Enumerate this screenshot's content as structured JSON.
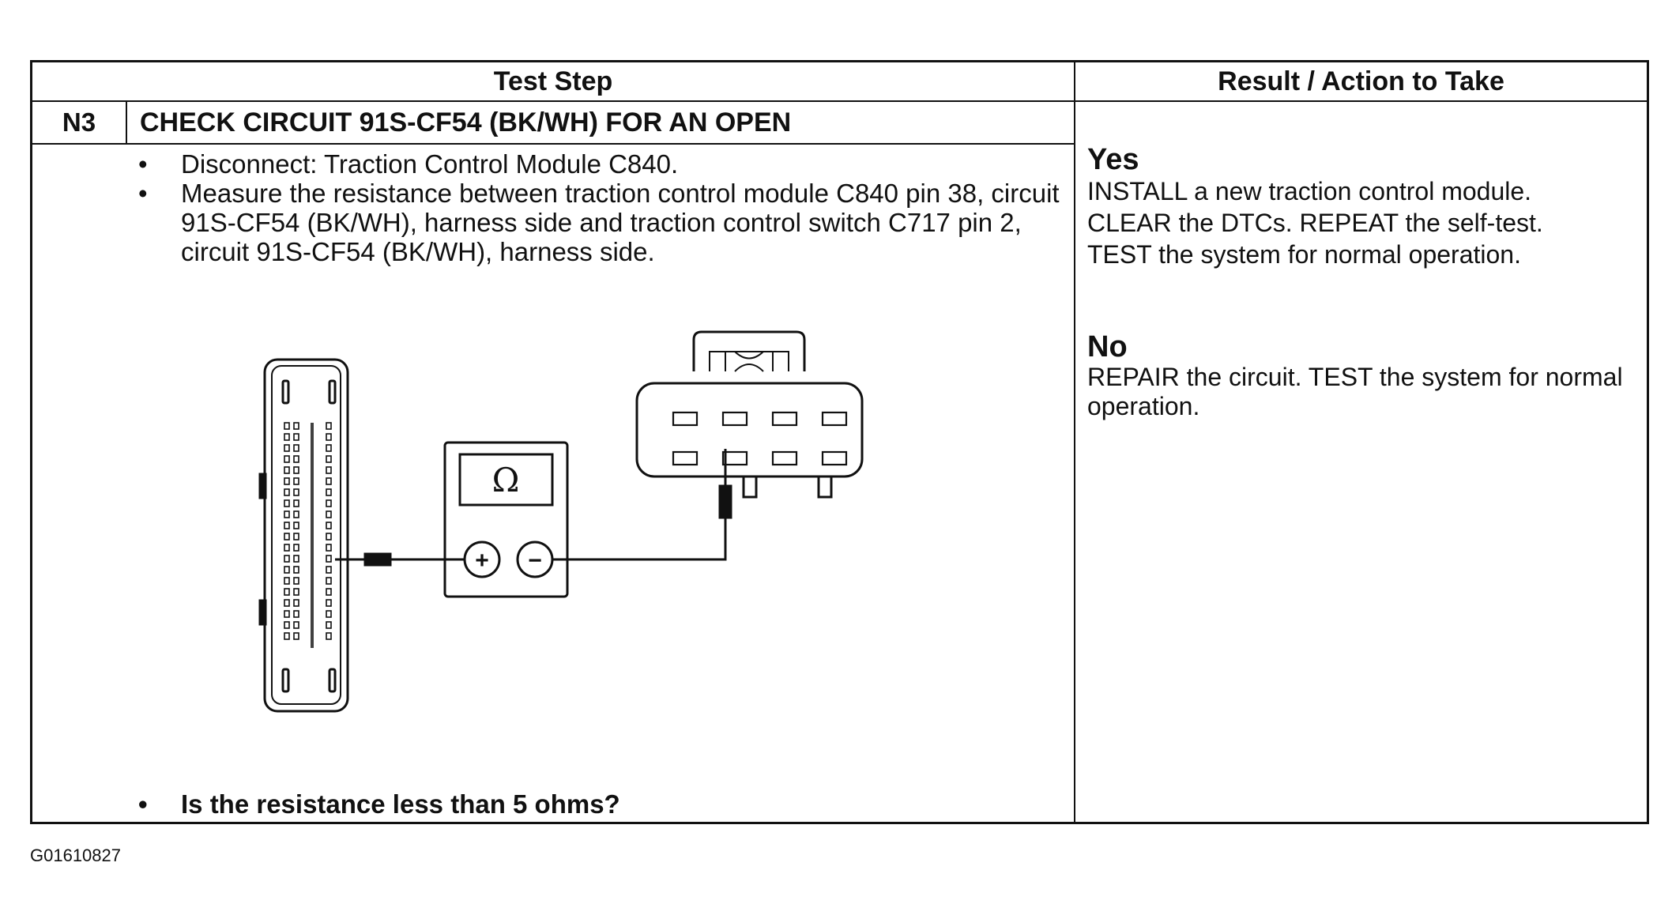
{
  "table": {
    "header_left": "Test Step",
    "header_right": "Result / Action to Take",
    "step_id": "N3",
    "step_title": "CHECK CIRCUIT 91S-CF54 (BK/WH) FOR AN OPEN",
    "bullets": [
      "Disconnect: Traction Control Module C840.",
      "Measure the resistance between traction control module C840 pin 38, circuit 91S-CF54 (BK/WH), harness side and traction control switch C717 pin 2, circuit 91S-CF54 (BK/WH), harness side."
    ],
    "question": "Is the resistance less than 5 ohms?",
    "yes": {
      "title": "Yes",
      "lines": [
        "INSTALL a new traction control module.",
        "CLEAR the DTCs. REPEAT the self-test.",
        "TEST the system for normal operation."
      ]
    },
    "no": {
      "title": "No",
      "text": "REPAIR the circuit. TEST the system for normal operation."
    }
  },
  "figure": {
    "meter_symbol": "Ω",
    "plus_symbol": "+",
    "minus_symbol": "−"
  },
  "caption": "G01610827"
}
